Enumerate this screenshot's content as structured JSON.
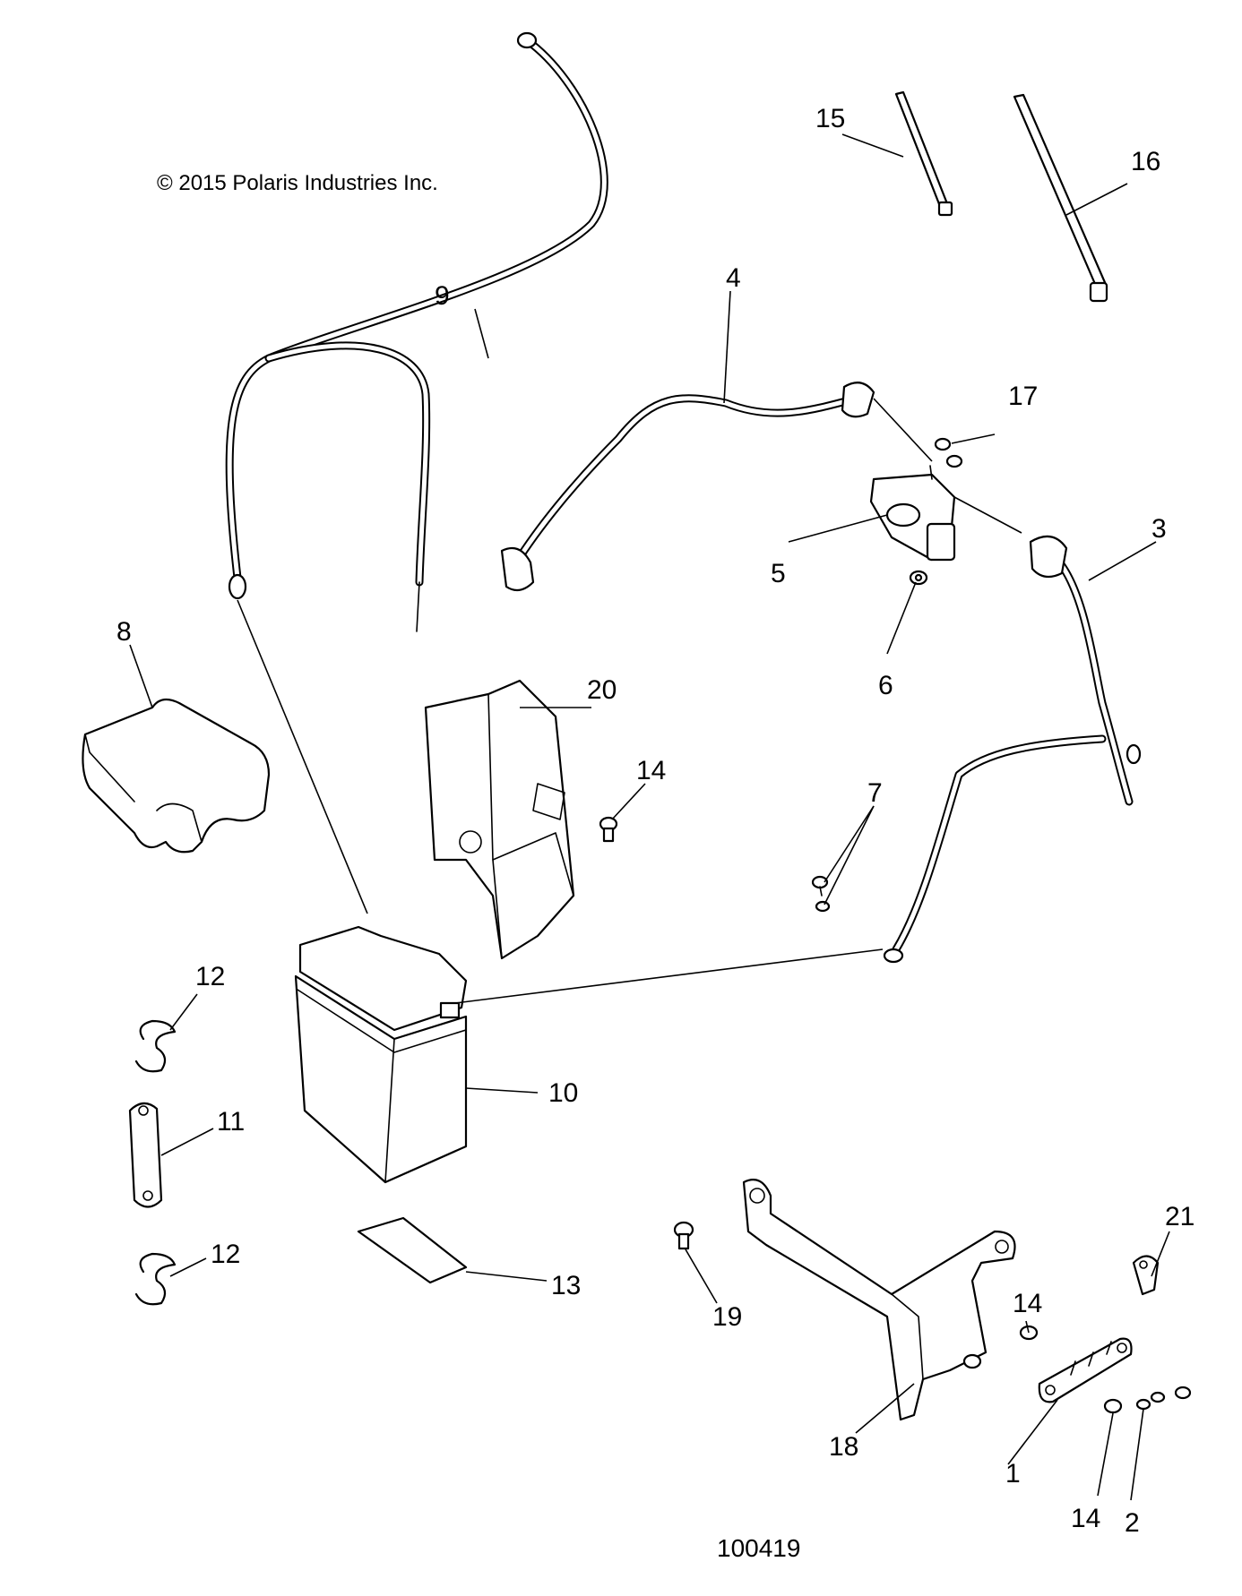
{
  "copyright": "© 2015 Polaris Industries Inc.",
  "figure_number": "100419",
  "callouts": {
    "c1": "1",
    "c2": "2",
    "c3": "3",
    "c4": "4",
    "c5": "5",
    "c6": "6",
    "c7": "7",
    "c8": "8",
    "c9": "9",
    "c10": "10",
    "c11": "11",
    "c12a": "12",
    "c12b": "12",
    "c13": "13",
    "c14a": "14",
    "c14b": "14",
    "c14c": "14",
    "c15": "15",
    "c16": "16",
    "c17": "17",
    "c18": "18",
    "c19": "19",
    "c20": "20",
    "c21": "21"
  },
  "colors": {
    "line": "#000000",
    "background": "#ffffff"
  }
}
